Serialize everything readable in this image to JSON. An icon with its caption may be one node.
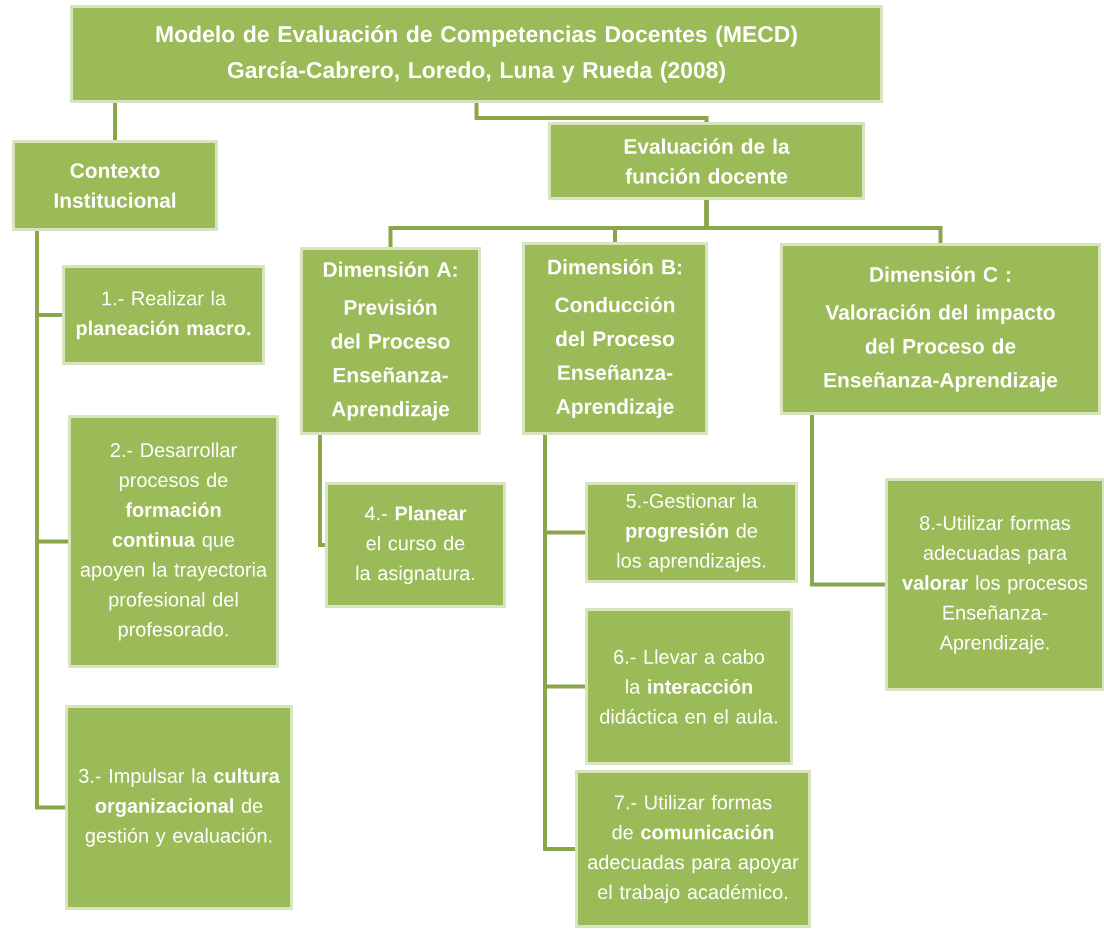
{
  "diagram": {
    "nodes": [
      {
        "text": [
          "Modelo de Evaluación de Competencias Docentes (MECD)",
          "García-Cabrero, Loredo, Luna y Rueda (2008)"
        ]
      },
      {
        "text": [
          "Contexto Institucional"
        ]
      },
      {
        "text": [
          "Evaluación de la función docente"
        ]
      },
      {
        "text": [
          "Dimensión A:",
          "Previsión del Proceso Enseñanza-Aprendizaje"
        ]
      },
      {
        "text": [
          "Dimensión B:",
          "Conducción del Proceso Enseñanza-Aprendizaje"
        ]
      },
      {
        "text": [
          "Dimensión C :",
          "Valoración del impacto del Proceso de Enseñanza-Aprendizaje"
        ]
      },
      {
        "text": [
          "1.- Realizar la **planeación macro.**"
        ]
      },
      {
        "text": [
          "2.- Desarrollar procesos de **formación continua** que apoyen la trayectoria profesional del profesorado."
        ]
      },
      {
        "text": [
          "3.- Impulsar la **cultura organizacional** de gestión y evaluación."
        ]
      },
      {
        "text": [
          "4.- **Planear** el curso de la asignatura."
        ]
      },
      {
        "text": [
          "5.-Gestionar la **progresión** de los aprendizajes."
        ]
      },
      {
        "text": [
          "6.- Llevar a cabo la **interacción** didáctica en el aula."
        ]
      },
      {
        "text": [
          "7.- Utilizar formas de **comunicación** adecuadas para apoyar el trabajo académico."
        ]
      },
      {
        "text": [
          "8.-Utilizar formas adecuadas para **valorar** los procesos Enseñanza-Aprendizaje."
        ]
      }
    ],
    "edges": [
      {
        "from": 0,
        "to": 1,
        "arrow": "none"
      },
      {
        "from": 0,
        "to": 2,
        "arrow": "none"
      },
      {
        "from": 2,
        "to": 3,
        "arrow": "none"
      },
      {
        "from": 2,
        "to": 4,
        "arrow": "none"
      },
      {
        "from": 2,
        "to": 5,
        "arrow": "none"
      },
      {
        "from": 1,
        "to": 6,
        "arrow": "none"
      },
      {
        "from": 1,
        "to": 7,
        "arrow": "none"
      },
      {
        "from": 1,
        "to": 8,
        "arrow": "none"
      },
      {
        "from": 3,
        "to": 9,
        "arrow": "none"
      },
      {
        "from": 4,
        "to": 10,
        "arrow": "none"
      },
      {
        "from": 4,
        "to": 11,
        "arrow": "none"
      },
      {
        "from": 4,
        "to": 12,
        "arrow": "none"
      },
      {
        "from": 5,
        "to": 13,
        "arrow": "none"
      }
    ]
  }
}
